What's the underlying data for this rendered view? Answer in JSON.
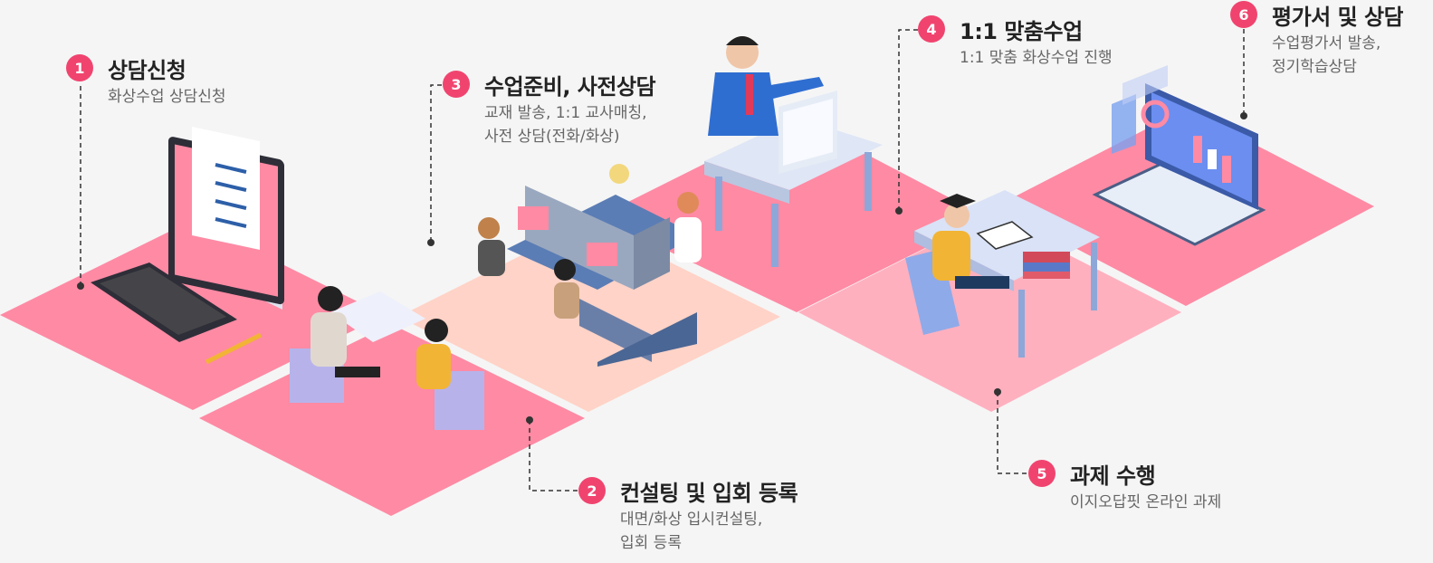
{
  "colors": {
    "accent": "#f0446f",
    "tile_pink": "#ff8aa4",
    "tile_peach": "#ffd3c7",
    "tile_light": "#ffb0bf",
    "background": "#f5f5f5"
  },
  "steps": [
    {
      "num": "1",
      "title": "상담신청",
      "desc": [
        "화상수업 상담신청"
      ]
    },
    {
      "num": "2",
      "title": "컨설팅 및 입회 등록",
      "desc": [
        "대면/화상 입시컨설팅,",
        "입회 등록"
      ]
    },
    {
      "num": "3",
      "title": "수업준비, 사전상담",
      "desc": [
        "교재 발송, 1:1 교사매칭,",
        "사전 상담(전화/화상)"
      ]
    },
    {
      "num": "4",
      "title": "1:1 맞춤수업",
      "desc": [
        "1:1 맞춤 화상수업 진행"
      ]
    },
    {
      "num": "5",
      "title": "과제 수행",
      "desc": [
        "이지오답핏 온라인 과제"
      ]
    },
    {
      "num": "6",
      "title": "평가서 및 상담",
      "desc": [
        "수업평가서 발송,",
        "정기학습상담"
      ]
    }
  ],
  "illustrations": [
    "computer-quiz-icon",
    "consulting-meeting-icon",
    "call-center-icon",
    "teacher-desk-icon",
    "student-study-icon",
    "laptop-report-icon"
  ]
}
